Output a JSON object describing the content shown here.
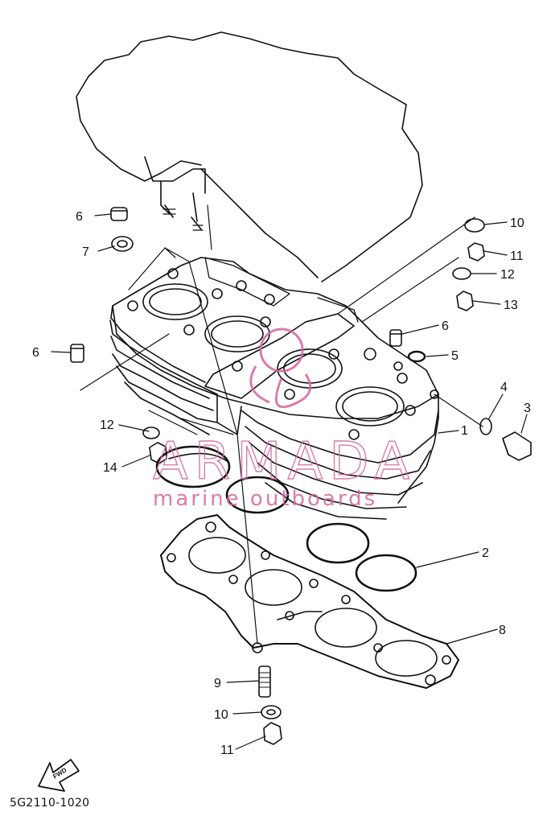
{
  "diagram": {
    "callouts": [
      {
        "id": "c6a",
        "label": "6"
      },
      {
        "id": "c7",
        "label": "7"
      },
      {
        "id": "c6b",
        "label": "6"
      },
      {
        "id": "c10a",
        "label": "10"
      },
      {
        "id": "c11a",
        "label": "11"
      },
      {
        "id": "c12a",
        "label": "12"
      },
      {
        "id": "c13",
        "label": "13"
      },
      {
        "id": "c6c",
        "label": "6"
      },
      {
        "id": "c5",
        "label": "5"
      },
      {
        "id": "c4",
        "label": "4"
      },
      {
        "id": "c3",
        "label": "3"
      },
      {
        "id": "c1",
        "label": "1"
      },
      {
        "id": "c12b",
        "label": "12"
      },
      {
        "id": "c14",
        "label": "14"
      },
      {
        "id": "c2",
        "label": "2"
      },
      {
        "id": "c8",
        "label": "8"
      },
      {
        "id": "c9",
        "label": "9"
      },
      {
        "id": "c10b",
        "label": "10"
      },
      {
        "id": "c11b",
        "label": "11"
      }
    ],
    "fwd_arrow_text": "FWD",
    "diagram_code": "5G2110-1020"
  },
  "watermark": {
    "word": "ARMADA",
    "tagline": "marine outboards",
    "color": "#d4669c"
  },
  "colors": {
    "line": "#111111",
    "background": "#ffffff"
  }
}
